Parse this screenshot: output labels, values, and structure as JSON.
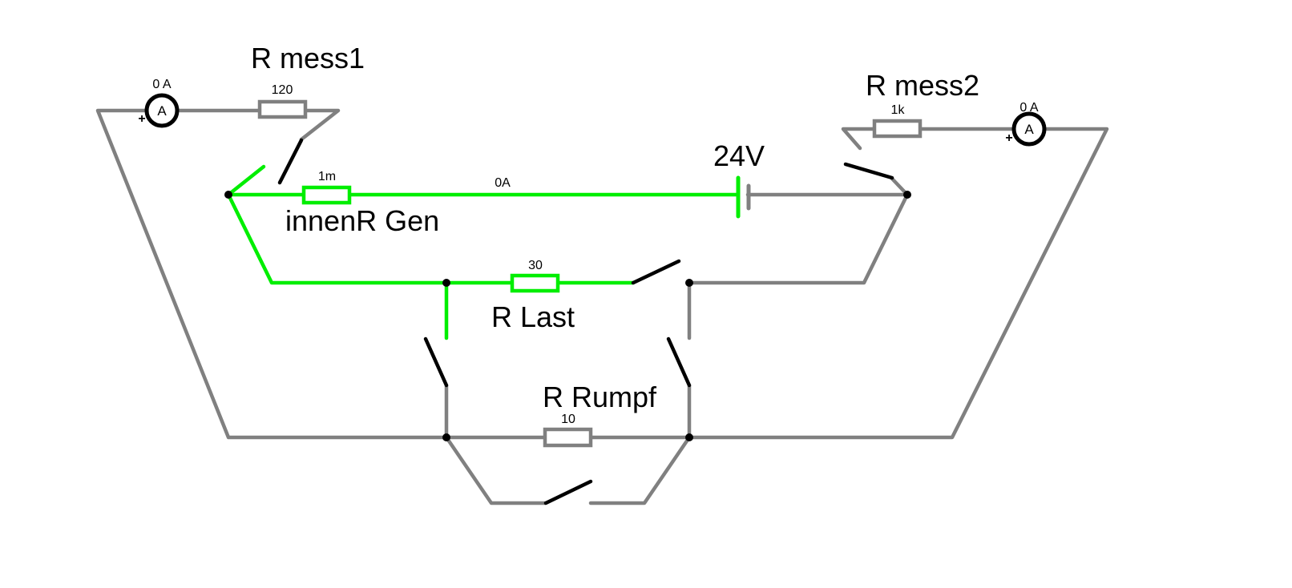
{
  "colors": {
    "wire_inactive": "#808080",
    "wire_active": "#00ee00",
    "switch": "#000000",
    "node": "#000000",
    "background": "#ffffff"
  },
  "components": {
    "r_mess1": {
      "name": "R mess1",
      "value": "120"
    },
    "r_mess2": {
      "name": "R mess2",
      "value": "1k"
    },
    "r_innen": {
      "name": "innenR Gen",
      "value": "1m",
      "current": "0A"
    },
    "r_last": {
      "name": "R Last",
      "value": "30"
    },
    "r_rumpf": {
      "name": "R Rumpf",
      "value": "10"
    },
    "battery": {
      "name": "24V"
    },
    "ammeter1": {
      "reading": "0 A",
      "symbol": "A",
      "polarity": "+"
    },
    "ammeter2": {
      "reading": "0 A",
      "symbol": "A",
      "polarity": "+"
    }
  },
  "switches": [
    {
      "id": "sw-mess1",
      "state": "open"
    },
    {
      "id": "sw-gen-select",
      "state": "open"
    },
    {
      "id": "sw-mess2",
      "state": "open"
    },
    {
      "id": "sw-last",
      "state": "open"
    },
    {
      "id": "sw-rumpf-left",
      "state": "open"
    },
    {
      "id": "sw-rumpf-right",
      "state": "open"
    },
    {
      "id": "sw-bypass",
      "state": "open"
    }
  ]
}
